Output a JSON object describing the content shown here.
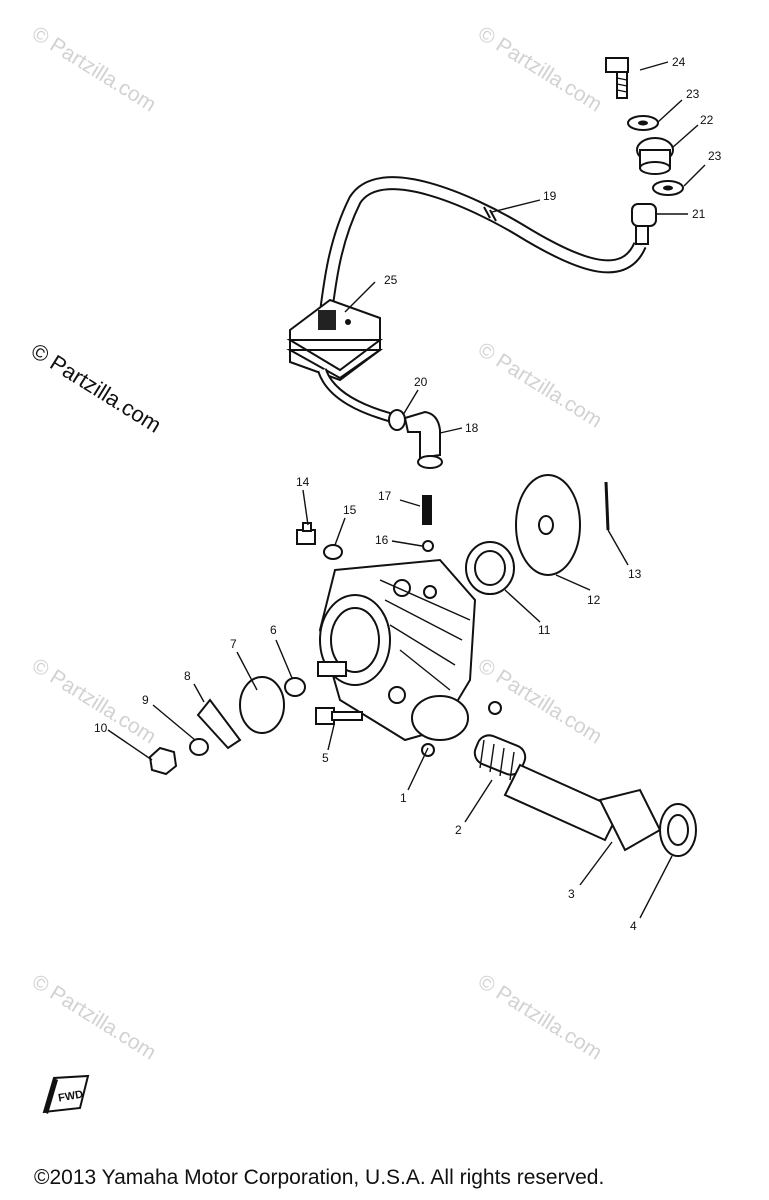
{
  "watermark": "© Partzilla.com",
  "callouts": [
    "1",
    "2",
    "3",
    "4",
    "5",
    "6",
    "7",
    "8",
    "9",
    "10",
    "11",
    "12",
    "13",
    "14",
    "15",
    "16",
    "17",
    "18",
    "19",
    "20",
    "21",
    "22",
    "23",
    "23",
    "24",
    "25"
  ],
  "fwd_label": "FWD",
  "footer": "©2013 Yamaha Motor Corporation, U.S.A. All rights reserved."
}
